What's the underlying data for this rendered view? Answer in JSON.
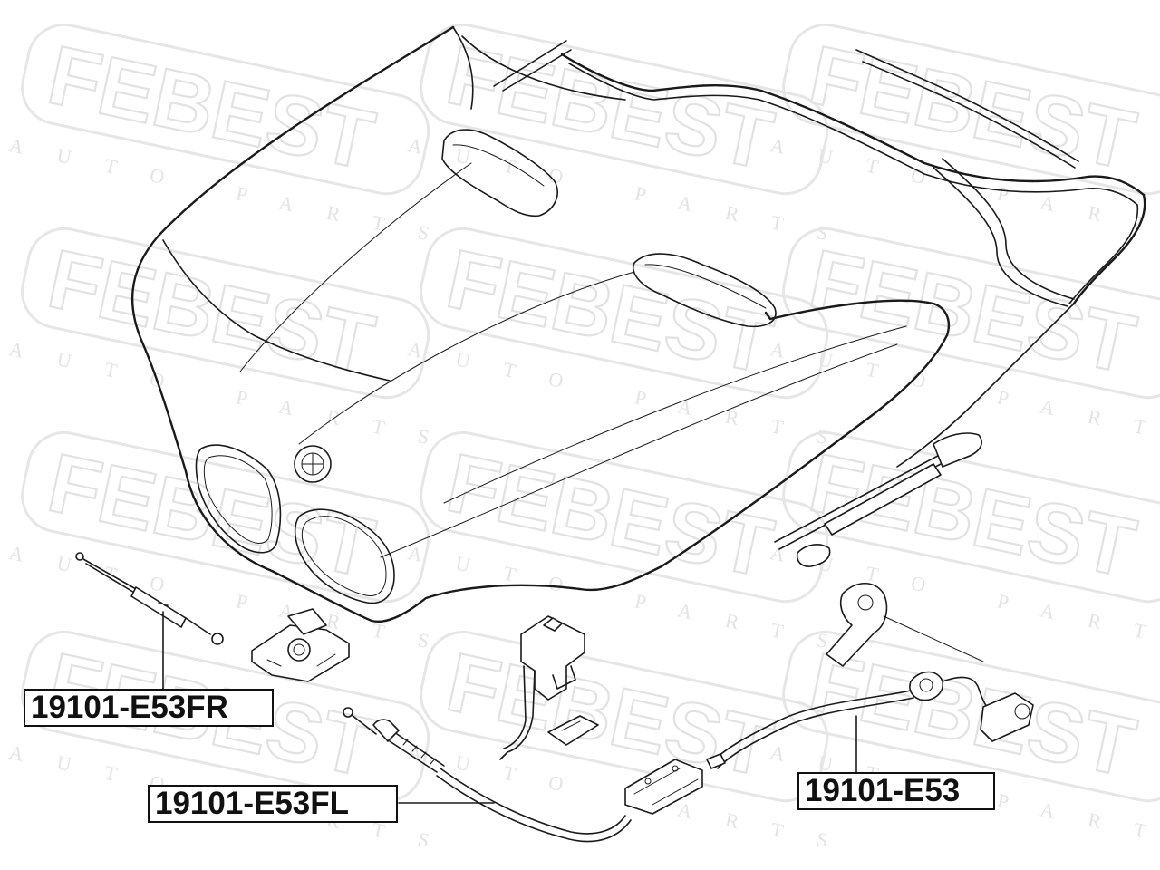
{
  "watermark": {
    "brand": "FEBEST",
    "tagline": "AUTO PARTS"
  },
  "part_labels": [
    {
      "id": "hood-gas-spring-right",
      "text": "19101-E53FR"
    },
    {
      "id": "hood-release-cable-front-left",
      "text": "19101-E53FL"
    },
    {
      "id": "hood-release-cable",
      "text": "19101-E53"
    }
  ]
}
